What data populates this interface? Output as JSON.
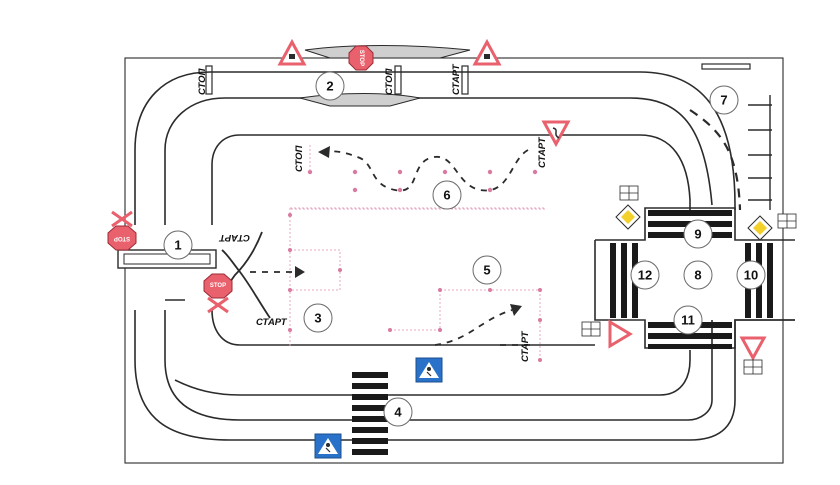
{
  "station_numbers": [
    "1",
    "2",
    "3",
    "4",
    "5",
    "6",
    "7",
    "8",
    "9",
    "10",
    "11",
    "12"
  ],
  "labels": {
    "start": "СТАРТ",
    "stop": "СТОП",
    "stop_sign": "STOP"
  },
  "colors": {
    "ink": "#2b2b2b",
    "pink_marks": "#e6a7bf",
    "sign_red": "#e8616d",
    "sign_blue": "#2a72c9",
    "sign_yellow": "#f3d02a"
  },
  "icons": [
    "warning-triangle-icon",
    "stop-sign-icon",
    "give-way-sign-icon",
    "priority-road-sign-icon",
    "pedestrian-crossing-sign-icon",
    "railroad-crossing-icon",
    "road-fork-sign-icon"
  ]
}
